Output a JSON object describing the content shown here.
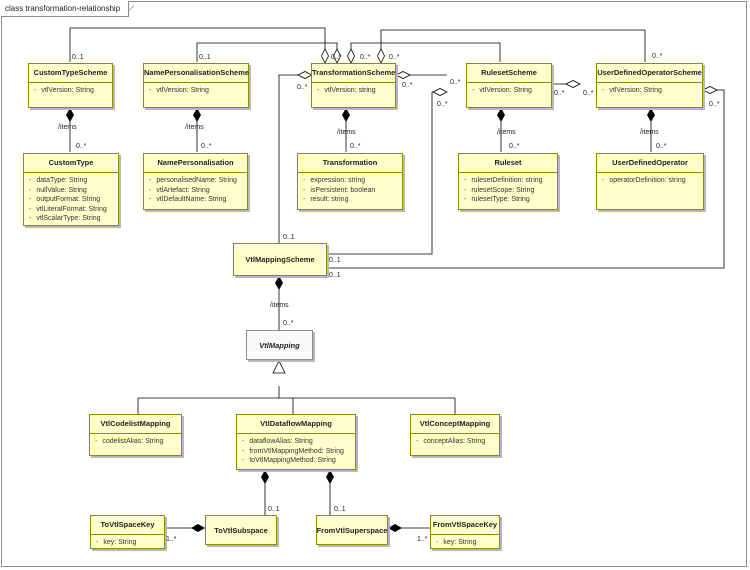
{
  "frame_title": "class transformation-relationship",
  "classes": {
    "custom_type_scheme": {
      "name": "CustomTypeScheme",
      "attrs": [
        "vtlVersion: String"
      ]
    },
    "name_personalisation_scheme": {
      "name": "NamePersonalisationScheme",
      "attrs": [
        "vtlVersion: String"
      ]
    },
    "transformation_scheme": {
      "name": "TransformationScheme",
      "attrs": [
        "vtlVersion: string"
      ]
    },
    "ruleset_scheme": {
      "name": "RulesetScheme",
      "attrs": [
        "vtlVersion: String"
      ]
    },
    "user_defined_operator_scheme": {
      "name": "UserDefinedOperatorScheme",
      "attrs": [
        "vtlVersion: String"
      ]
    },
    "custom_type": {
      "name": "CustomType",
      "attrs": [
        "dataType: String",
        "nullValue: String",
        "outputFormat: String",
        "vtlLiteralFormat: String",
        "vtlScalarType: String"
      ]
    },
    "name_personalisation": {
      "name": "NamePersonalisation",
      "attrs": [
        "personalisedName: String",
        "vtlArtefact: String",
        "vtlDefaultName: String"
      ]
    },
    "transformation": {
      "name": "Transformation",
      "attrs": [
        "expression: string",
        "isPersistent: boolean",
        "result: string"
      ]
    },
    "ruleset": {
      "name": "Ruleset",
      "attrs": [
        "rulesetDefinition: string",
        "rulesetScope: String",
        "rulesetType: String"
      ]
    },
    "user_defined_operator": {
      "name": "UserDefinedOperator",
      "attrs": [
        "operatorDefinition: string"
      ]
    },
    "vtl_mapping_scheme": {
      "name": "VtlMappingScheme"
    },
    "vtl_mapping": {
      "name": "VtlMapping"
    },
    "vtl_codelist_mapping": {
      "name": "VtlCodelistMapping",
      "attrs": [
        "codelistAlias: String"
      ]
    },
    "vtl_dataflow_mapping": {
      "name": "VtlDataflowMapping",
      "attrs": [
        "dataflowAlias: String",
        "fromVtlMappingMethod: String",
        "toVtlMappingMethod: String"
      ]
    },
    "vtl_concept_mapping": {
      "name": "VtlConceptMapping",
      "attrs": [
        "conceptAlias: String"
      ]
    },
    "to_vtl_space_key": {
      "name": "ToVtlSpaceKey",
      "attrs": [
        "key: String"
      ]
    },
    "to_vtl_subspace": {
      "name": "ToVtlSubspace"
    },
    "from_vtl_superspace": {
      "name": "FromVtlSuperspace"
    },
    "from_vtl_space_key": {
      "name": "FromVtlSpaceKey",
      "attrs": [
        "key: String"
      ]
    }
  },
  "labels": {
    "items": "/items",
    "zero_many": "0..*",
    "zero_one": "0..1",
    "one_many": "1..*"
  }
}
